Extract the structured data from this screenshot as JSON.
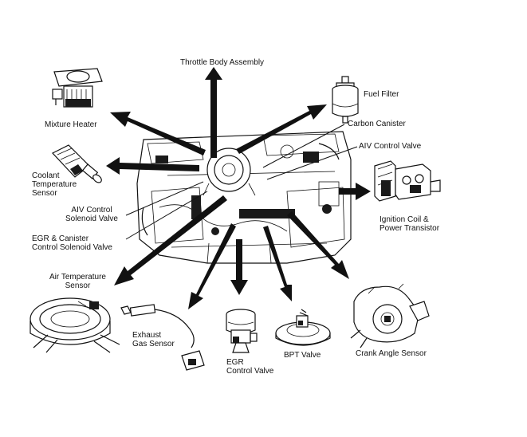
{
  "labels": {
    "throttle_body": "Throttle Body Assembly",
    "fuel_filter": "Fuel Filter",
    "mixture_heater": "Mixture Heater",
    "carbon_canister": "Carbon Canister",
    "aiv_control_valve": "AIV Control Valve",
    "coolant_temp_sensor": [
      "Coolant",
      "Temperature",
      "Sensor"
    ],
    "aiv_control_solenoid": [
      "AIV Control",
      "Solenoid Valve"
    ],
    "ignition_coil": [
      "Ignition Coil &",
      "Power Transistor"
    ],
    "egr_canister_solenoid": [
      "EGR & Canister",
      "Control Solenoid Valve"
    ],
    "air_temp_sensor": [
      "Air Temperature",
      "Sensor"
    ],
    "exhaust_gas_sensor": [
      "Exhaust",
      "Gas Sensor"
    ],
    "egr_control_valve": [
      "EGR",
      "Control Valve"
    ],
    "bpt_valve": "BPT Valve",
    "crank_angle_sensor": "Crank Angle Sensor"
  },
  "colors": {
    "ink": "#111111",
    "paper": "#ffffff"
  },
  "icons": {
    "engine": "engine-assembly-icon",
    "throttle": "throttle-body-icon",
    "fuel_filter": "fuel-filter-icon",
    "mixture_heater": "mixture-heater-icon",
    "canister": "carbon-canister-icon",
    "coolant": "coolant-sensor-icon",
    "coil": "ignition-coil-icon",
    "air_temp": "air-temperature-sensor-icon",
    "exhaust": "exhaust-gas-sensor-icon",
    "egr": "egr-valve-icon",
    "bpt": "bpt-valve-icon",
    "crank": "crank-angle-sensor-icon"
  }
}
